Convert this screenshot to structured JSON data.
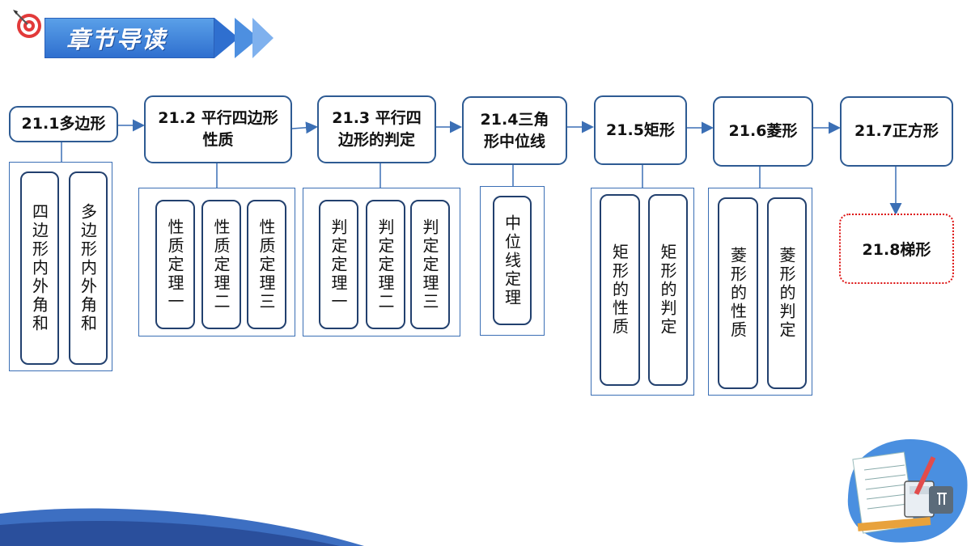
{
  "header": {
    "title": "章节导读"
  },
  "colors": {
    "accent": "#2f6fcf",
    "border": "#2e5b93",
    "dashed": "#dd1111"
  },
  "chapters": [
    {
      "label": "21.1多边形"
    },
    {
      "label": "21.2 平行四边形性质"
    },
    {
      "label": "21.3 平行四边形的判定"
    },
    {
      "label": "21.4三角形中位线"
    },
    {
      "label": "21.5矩形"
    },
    {
      "label": "21.6菱形"
    },
    {
      "label": "21.7正方形"
    },
    {
      "label": "21.8梯形"
    }
  ],
  "groups": {
    "g1": [
      "四边形内外角和",
      "多边形内外角和"
    ],
    "g2": [
      "性质定理一",
      "性质定理二",
      "性质定理三"
    ],
    "g3": [
      "判定定理一",
      "判定定理二",
      "判定定理三"
    ],
    "g4": [
      "中位线定理"
    ],
    "g5": [
      "矩形的性质",
      "矩形的判定"
    ],
    "g6": [
      "菱形的性质",
      "菱形的判定"
    ]
  }
}
